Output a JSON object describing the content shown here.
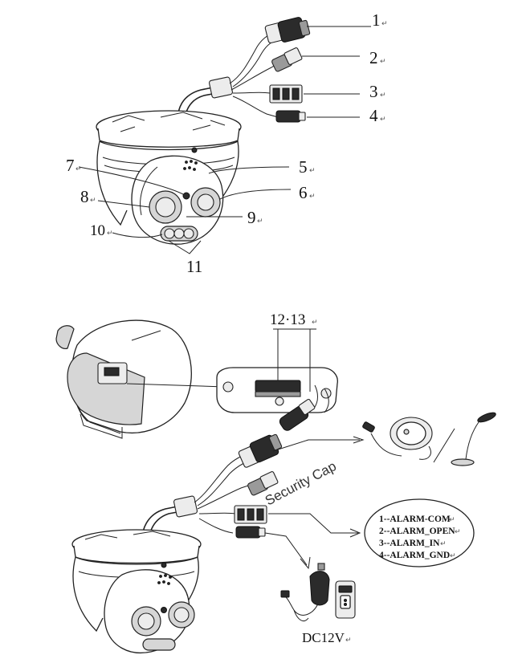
{
  "callouts": {
    "c1": "1",
    "c2": "2",
    "c3": "3",
    "c4": "4",
    "c5": "5",
    "c6": "6",
    "c7": "7",
    "c8": "8",
    "c9": "9",
    "c10": "10",
    "c11": "11",
    "c12_13": "12·13"
  },
  "return_mark": "↵",
  "security_cap_label": "Security Cap",
  "alarm_pins": [
    "1--ALARM-COM",
    "2--ALARM_OPEN",
    "3--ALARM_IN",
    "4--ALARM_GND"
  ],
  "power_label": "DC12V"
}
